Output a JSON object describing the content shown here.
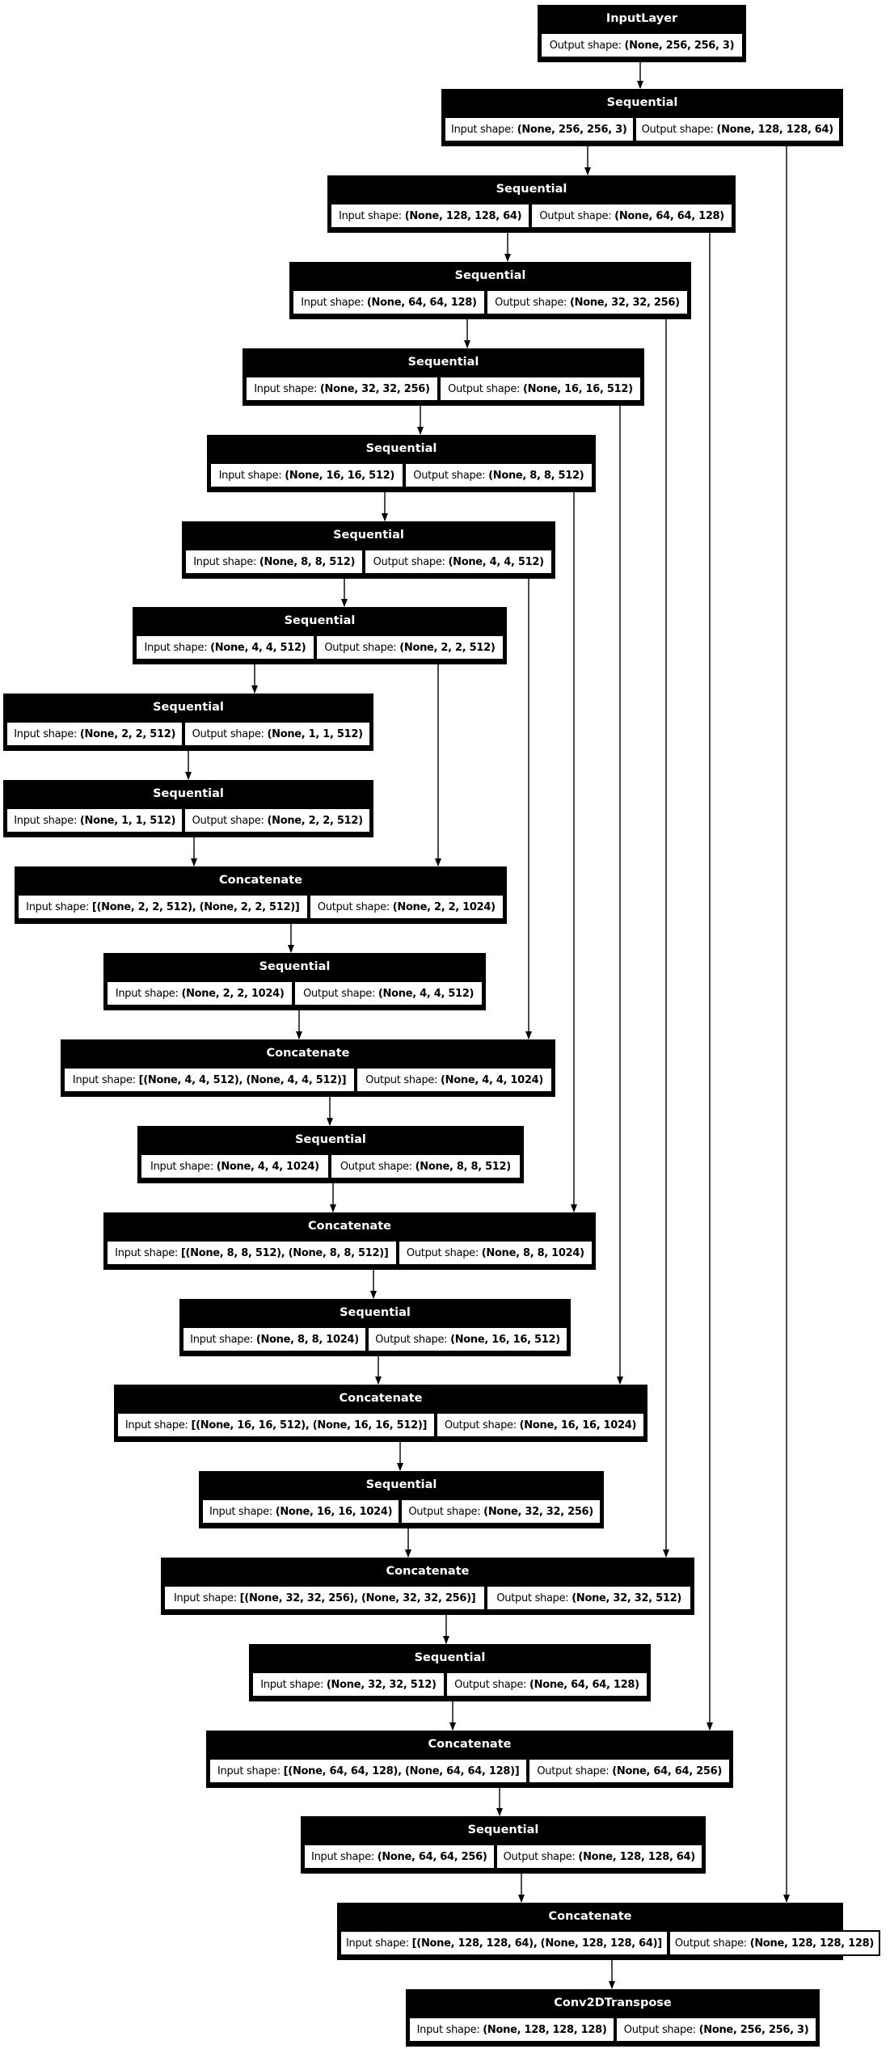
{
  "diagram": {
    "type": "keras-model-graph",
    "colors": {
      "background": "#ffffff",
      "node_fill": "#000000",
      "node_title_text": "#ffffff",
      "cell_fill": "#ffffff",
      "cell_text": "#000000",
      "edge": "#000000"
    },
    "labels": {
      "input": "Input shape: ",
      "output": "Output shape: "
    },
    "nodes": [
      {
        "title": "InputLayer",
        "output": "(None, 256, 256, 3)"
      },
      {
        "title": "Sequential",
        "input": "(None, 256, 256, 3)",
        "output": "(None, 128, 128, 64)"
      },
      {
        "title": "Sequential",
        "input": "(None, 128, 128, 64)",
        "output": "(None, 64, 64, 128)"
      },
      {
        "title": "Sequential",
        "input": "(None, 64, 64, 128)",
        "output": "(None, 32, 32, 256)"
      },
      {
        "title": "Sequential",
        "input": "(None, 32, 32, 256)",
        "output": "(None, 16, 16, 512)"
      },
      {
        "title": "Sequential",
        "input": "(None, 16, 16, 512)",
        "output": "(None, 8, 8, 512)"
      },
      {
        "title": "Sequential",
        "input": "(None, 8, 8, 512)",
        "output": "(None, 4, 4, 512)"
      },
      {
        "title": "Sequential",
        "input": "(None, 4, 4, 512)",
        "output": "(None, 2, 2, 512)"
      },
      {
        "title": "Sequential",
        "input": "(None, 2, 2, 512)",
        "output": "(None, 1, 1, 512)"
      },
      {
        "title": "Sequential",
        "input": "(None, 1, 1, 512)",
        "output": "(None, 2, 2, 512)"
      },
      {
        "title": "Concatenate",
        "input": "[(None, 2, 2, 512), (None, 2, 2, 512)]",
        "output": "(None, 2, 2, 1024)"
      },
      {
        "title": "Sequential",
        "input": "(None, 2, 2, 1024)",
        "output": "(None, 4, 4, 512)"
      },
      {
        "title": "Concatenate",
        "input": "[(None, 4, 4, 512), (None, 4, 4, 512)]",
        "output": "(None, 4, 4, 1024)"
      },
      {
        "title": "Sequential",
        "input": "(None, 4, 4, 1024)",
        "output": "(None, 8, 8, 512)"
      },
      {
        "title": "Concatenate",
        "input": "[(None, 8, 8, 512), (None, 8, 8, 512)]",
        "output": "(None, 8, 8, 1024)"
      },
      {
        "title": "Sequential",
        "input": "(None, 8, 8, 1024)",
        "output": "(None, 16, 16, 512)"
      },
      {
        "title": "Concatenate",
        "input": "[(None, 16, 16, 512), (None, 16, 16, 512)]",
        "output": "(None, 16, 16, 1024)"
      },
      {
        "title": "Sequential",
        "input": "(None, 16, 16, 1024)",
        "output": "(None, 32, 32, 256)"
      },
      {
        "title": "Concatenate",
        "input": "[(None, 32, 32, 256), (None, 32, 32, 256)]",
        "output": "(None, 32, 32, 512)"
      },
      {
        "title": "Sequential",
        "input": "(None, 32, 32, 512)",
        "output": "(None, 64, 64, 128)"
      },
      {
        "title": "Concatenate",
        "input": "[(None, 64, 64, 128), (None, 64, 64, 128)]",
        "output": "(None, 64, 64, 256)"
      },
      {
        "title": "Sequential",
        "input": "(None, 64, 64, 256)",
        "output": "(None, 128, 128, 64)"
      },
      {
        "title": "Concatenate",
        "input": "[(None, 128, 128, 64), (None, 128, 128, 64)]",
        "output": "(None, 128, 128, 128)"
      },
      {
        "title": "Conv2DTranspose",
        "input": "(None, 128, 128, 128)",
        "output": "(None, 256, 256, 3)"
      }
    ],
    "edges": [
      {
        "from": 0,
        "to": 1,
        "kind": "main"
      },
      {
        "from": 1,
        "to": 2,
        "kind": "main"
      },
      {
        "from": 2,
        "to": 3,
        "kind": "main"
      },
      {
        "from": 3,
        "to": 4,
        "kind": "main"
      },
      {
        "from": 4,
        "to": 5,
        "kind": "main"
      },
      {
        "from": 5,
        "to": 6,
        "kind": "main"
      },
      {
        "from": 6,
        "to": 7,
        "kind": "main"
      },
      {
        "from": 7,
        "to": 8,
        "kind": "main"
      },
      {
        "from": 8,
        "to": 9,
        "kind": "main"
      },
      {
        "from": 9,
        "to": 10,
        "kind": "main"
      },
      {
        "from": 10,
        "to": 11,
        "kind": "main"
      },
      {
        "from": 11,
        "to": 12,
        "kind": "main"
      },
      {
        "from": 12,
        "to": 13,
        "kind": "main"
      },
      {
        "from": 13,
        "to": 14,
        "kind": "main"
      },
      {
        "from": 14,
        "to": 15,
        "kind": "main"
      },
      {
        "from": 15,
        "to": 16,
        "kind": "main"
      },
      {
        "from": 16,
        "to": 17,
        "kind": "main"
      },
      {
        "from": 17,
        "to": 18,
        "kind": "main"
      },
      {
        "from": 18,
        "to": 19,
        "kind": "main"
      },
      {
        "from": 19,
        "to": 20,
        "kind": "main"
      },
      {
        "from": 20,
        "to": 21,
        "kind": "main"
      },
      {
        "from": 21,
        "to": 22,
        "kind": "main"
      },
      {
        "from": 22,
        "to": 23,
        "kind": "main"
      },
      {
        "from": 7,
        "to": 10,
        "kind": "skip"
      },
      {
        "from": 6,
        "to": 12,
        "kind": "skip"
      },
      {
        "from": 5,
        "to": 14,
        "kind": "skip"
      },
      {
        "from": 4,
        "to": 16,
        "kind": "skip"
      },
      {
        "from": 3,
        "to": 18,
        "kind": "skip"
      },
      {
        "from": 2,
        "to": 20,
        "kind": "skip"
      },
      {
        "from": 1,
        "to": 22,
        "kind": "skip"
      }
    ]
  }
}
